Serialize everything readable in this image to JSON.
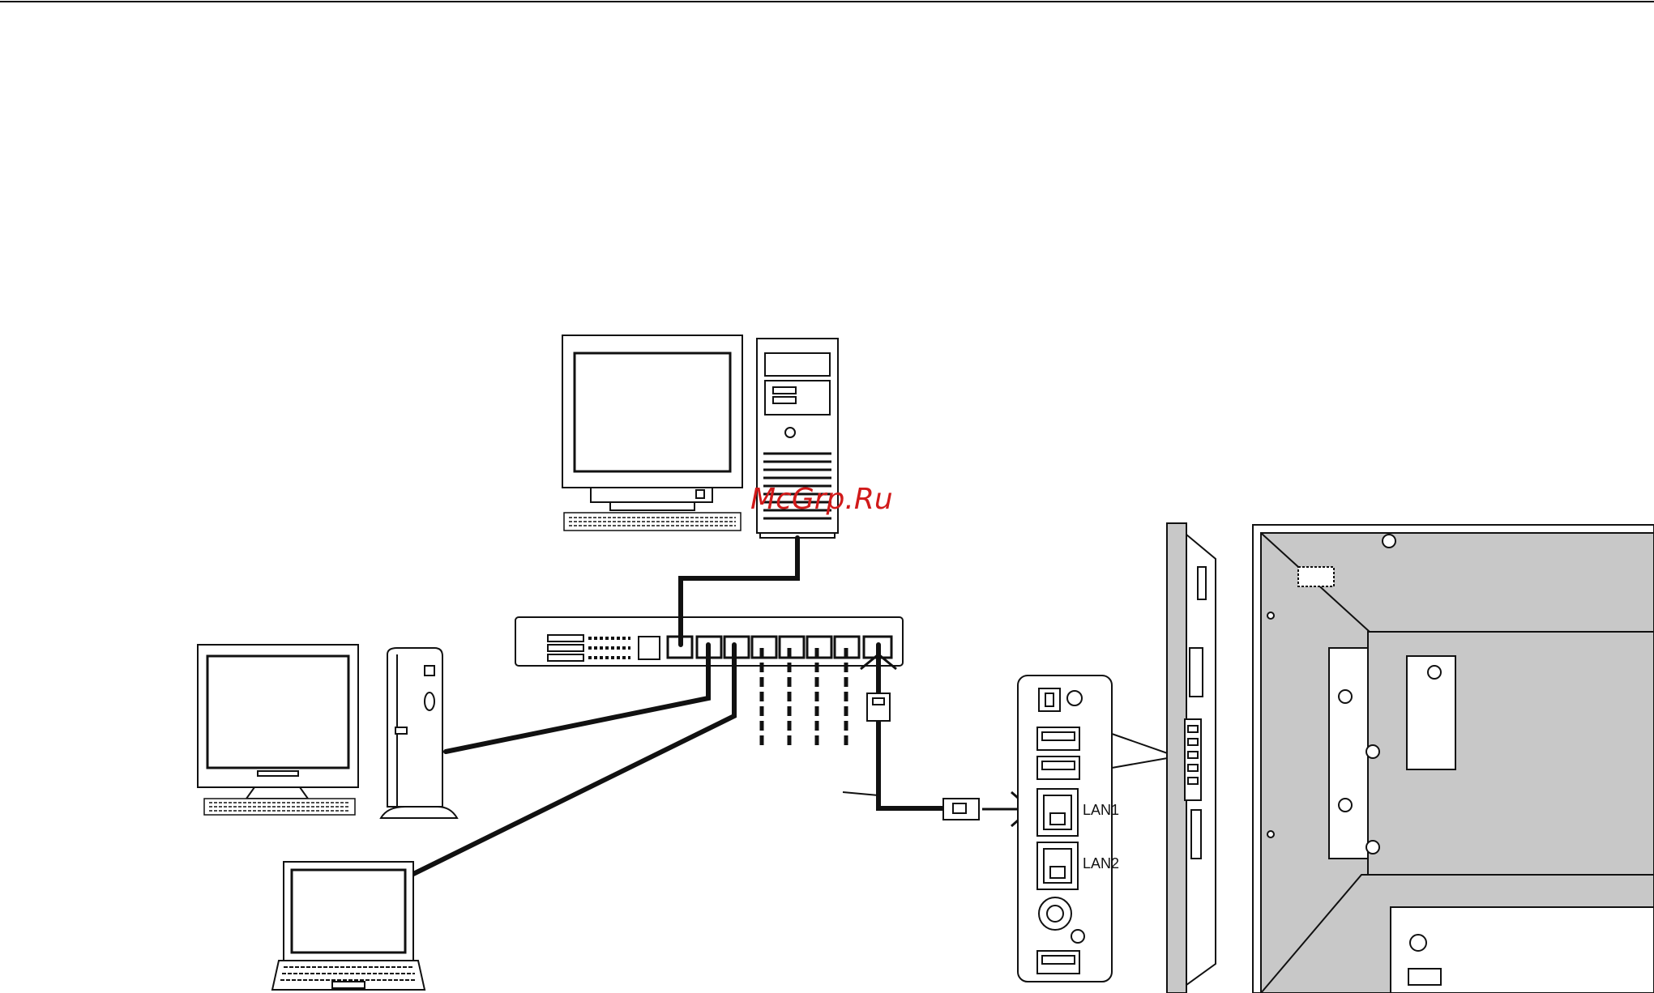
{
  "watermark": "McGrp.Ru",
  "ports": {
    "lan1": "LAN1",
    "lan2": "LAN2"
  },
  "colors": {
    "line": "#111111",
    "watermark": "#d11a1a",
    "panel_fill": "#c8c8c8"
  }
}
